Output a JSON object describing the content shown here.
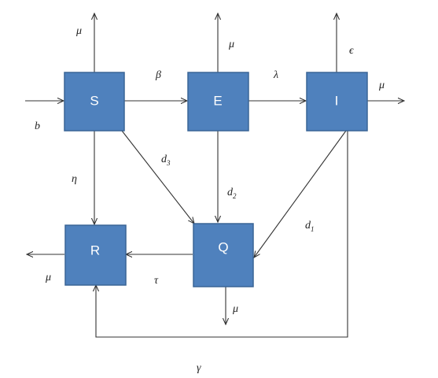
{
  "nodes": {
    "S": {
      "label": "S"
    },
    "E": {
      "label": "E"
    },
    "I": {
      "label": "I"
    },
    "Q": {
      "label": "Q"
    },
    "R": {
      "label": "R"
    }
  },
  "params": {
    "b": "b",
    "mu": "μ",
    "beta": "β",
    "lambda": "λ",
    "epsilon": "ϵ",
    "eta": "η",
    "d": "d",
    "d3_sub": "3",
    "d2_sub": "2",
    "d1_sub": "1",
    "tau": "τ",
    "gamma": "γ"
  },
  "colors": {
    "box_fill": "#4f81bd",
    "box_stroke": "#3a6596",
    "arrow": "#333333"
  }
}
